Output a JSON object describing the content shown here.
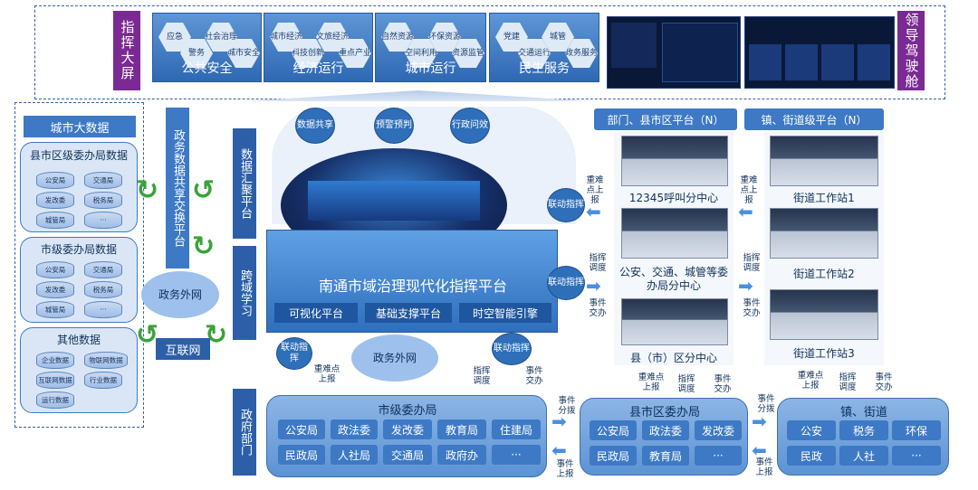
{
  "command_screen": {
    "label": "指挥大屏"
  },
  "leader_cockpit": {
    "label": "领导驾驶舱"
  },
  "top_groups": [
    {
      "title": "公共安全",
      "items": [
        "应急",
        "警务",
        "社会治理",
        "城市安全"
      ]
    },
    {
      "title": "经济运行",
      "items": [
        "城市经济",
        "科技创新",
        "文旅经济",
        "重点产业"
      ]
    },
    {
      "title": "城市运行",
      "items": [
        "自然资源",
        "空间利用",
        "环保资源",
        "资源监管"
      ]
    },
    {
      "title": "民生服务",
      "items": [
        "党建",
        "交通运行",
        "城管",
        "政务服务"
      ]
    }
  ],
  "city_big_data": {
    "title": "城市大数据",
    "county_data": {
      "title": "县市区级委办局数据",
      "items": [
        "公安局",
        "交通局",
        "发改委",
        "税务局",
        "城管局",
        "···"
      ]
    },
    "city_data": {
      "title": "市级委办局数据",
      "items": [
        "公安局",
        "交通局",
        "发改委",
        "税务局",
        "城管局",
        "···"
      ]
    },
    "other_data": {
      "title": "其他数据",
      "items": [
        "企业数据",
        "物联网数据",
        "互联网数据",
        "行业数据",
        "运行数据"
      ]
    }
  },
  "gov_data_exchange": {
    "label": "政务数据共享交换平台"
  },
  "gov_extranet_left": {
    "label": "政务外网"
  },
  "internet": {
    "label": "互联网"
  },
  "data_aggregation": {
    "label": "数据汇聚平台"
  },
  "cross_domain": {
    "label": "跨域学习"
  },
  "gov_departments": {
    "label": "政府部门"
  },
  "center_top_circles": [
    "数据共享",
    "预警预判",
    "行政问效"
  ],
  "main_platform": {
    "title": "南通市域治理现代化指挥平台",
    "modules": [
      "可视化平台",
      "基础支撑平台",
      "时空智能引擎"
    ]
  },
  "linkage_right": "联动指挥",
  "linkage_right2": "联动指挥",
  "linkage_bottom_left": "联动指挥",
  "linkage_bottom_right": "联动指挥",
  "gov_extranet_center": "政务外网",
  "labels": {
    "key_report": "重难点上报",
    "cmd_dispatch": "指挥调度",
    "event_handover": "事件交办",
    "event_dispatch": "事件分拨",
    "event_report": "事件上报"
  },
  "dept_platform": {
    "title": "部门、县市区平台（N）"
  },
  "town_platform": {
    "title": "镇、街道级平台（N）"
  },
  "centers": [
    "12345呼叫分中心",
    "公安、交通、城管等委办局分中心",
    "县（市）区分中心"
  ],
  "stations": [
    "街道工作站1",
    "街道工作站2",
    "街道工作站3"
  ],
  "city_bureaus": {
    "title": "市级委办局",
    "items": [
      "公安局",
      "政法委",
      "发改委",
      "教育局",
      "住建局",
      "民政局",
      "人社局",
      "交通局",
      "政府办",
      "···"
    ]
  },
  "county_bureaus": {
    "title": "县市区委办局",
    "items": [
      "公安局",
      "政法委",
      "发改委",
      "民政局",
      "教育局",
      "···"
    ]
  },
  "town_street": {
    "title": "镇、街道",
    "items": [
      "公安",
      "税务",
      "环保",
      "民政",
      "人社",
      "···"
    ]
  }
}
